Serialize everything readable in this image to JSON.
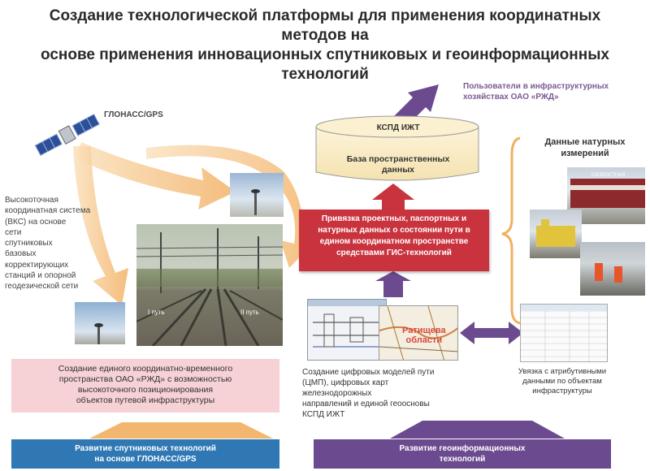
{
  "title": {
    "line1": "Создание технологической платформы для применения координатных методов на",
    "line2": "основе применения инновационных спутниковых и геоинформационных",
    "line3": "технологий"
  },
  "satellite": {
    "label": "ГЛОНАСС/GPS"
  },
  "left_description": [
    "Высокоточная",
    "координатная система",
    "(ВКС) на основе",
    "сети",
    "спутниковых",
    "базовых",
    "корректирующих",
    "станций и опорной",
    "геодезической сети"
  ],
  "track_labels": {
    "track1": "I путь",
    "track2": "II путь"
  },
  "pink_box": {
    "line1": "Создание единого координатно-временного",
    "line2": "пространства ОАО «РЖД» с возможностью",
    "line3": "высокоточного позиционирования",
    "line4": "объектов путевой инфраструктуры"
  },
  "bottom_left_bar": {
    "line1": "Развитие спутниковых технологий",
    "line2": "на основе ГЛОНАСС/GPS"
  },
  "bottom_right_bar": {
    "line1": "Развитие геоинформационных",
    "line2": "технологий"
  },
  "database": {
    "top_label": "КСПД ИЖТ",
    "body_line1": "База пространственных",
    "body_line2": "данных"
  },
  "users_label": {
    "line1": "Пользователи в инфраструктурных",
    "line2": "хозяйствах ОАО «РЖД»"
  },
  "red_box": {
    "line1": "Привязка проектных, паспортных и",
    "line2": "натурных данных о состоянии пути в",
    "line3": "едином координатном пространстве",
    "line4": "средствами ГИС-технологий"
  },
  "field_data": {
    "line1": "Данные натурных",
    "line2": "измерений"
  },
  "map_overlay": {
    "line1": "Ратищева",
    "line2": "области"
  },
  "middle_text": [
    "Создание цифровых моделей пути",
    "(ЦМП), цифровых карт",
    "железнодорожных",
    "направлений и единой геоосновы",
    "КСПД ИЖТ"
  ],
  "right_text": [
    "Увязка с атрибутивными",
    "данными по объектам",
    "инфраструктуры"
  ],
  "train_text": "СКОРОСТНАЯ",
  "colors": {
    "orange_arrow": "#f5c27a",
    "pink_box": "#f6d1d6",
    "blue_bar": "#2f78b4",
    "purple_bar": "#6b4a8f",
    "red_box": "#c9333e",
    "purple_arrow": "#6b4a8f"
  }
}
